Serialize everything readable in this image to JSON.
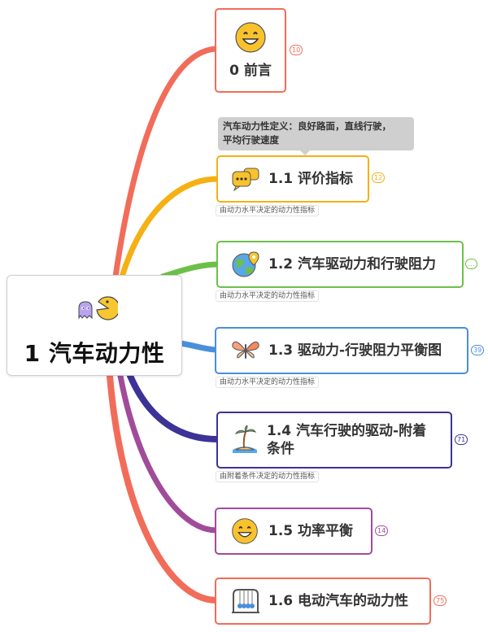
{
  "root": {
    "title": "1 汽车动力性",
    "icon": "ghost-pacman-icon"
  },
  "nodes": [
    {
      "label": "0 前言",
      "icon": "grinning-face-icon",
      "badge": "10",
      "color": "#f26c5a"
    },
    {
      "label": "1.1 评价指标",
      "icon": "speech-bubbles-icon",
      "badge": "12",
      "color": "#f5b014",
      "note": "由动力水平决定的动力性指标"
    },
    {
      "label": "1.2 汽车驱动力和行驶阻力",
      "icon": "globe-pin-icon",
      "badge": "…",
      "color": "#6cc04a",
      "note": "由动力水平决定的动力性指标"
    },
    {
      "label": "1.3 驱动力-行驶阻力平衡图",
      "icon": "butterfly-icon",
      "badge": "39",
      "color": "#4a8fdc",
      "note": "由动力水平决定的动力性指标"
    },
    {
      "label_line1": "1.4 汽车行驶的驱动-附着",
      "label_line2": "条件",
      "icon": "island-icon",
      "badge": "71",
      "color": "#3d3296",
      "note": "由附着条件决定的动力性指标"
    },
    {
      "label": "1.5  功率平衡",
      "icon": "grinning-face-icon",
      "badge": "14",
      "color": "#a14c9a"
    },
    {
      "label": "1.6 电动汽车的动力性",
      "icon": "newtons-cradle-icon",
      "badge": "75",
      "color": "#f26c5a"
    }
  ],
  "callout": {
    "line1": "汽车动力性定义：良好路面，直线行驶，",
    "line2": "平均行驶速度"
  }
}
